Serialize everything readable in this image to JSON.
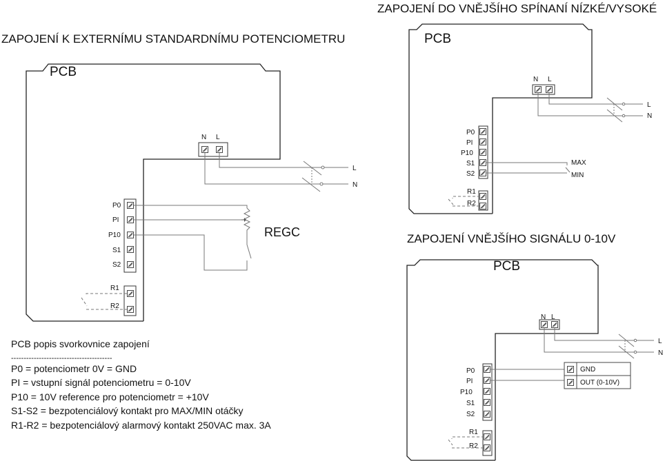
{
  "titles": {
    "left": "ZAPOJENÍ K EXTERNÍMU STANDARDNÍMU POTENCIOMETRU",
    "top_right": "ZAPOJENÍ DO VNĚJŠÍHO SPÍNANÍ NÍZKÉ/VYSOKÉ",
    "bottom_right": "ZAPOJENÍ VNĚJŠÍHO SIGNÁLU 0-10V"
  },
  "pcb_label": "PCB",
  "terminals": {
    "power": [
      "N",
      "L"
    ],
    "signal": [
      "P0",
      "PI",
      "P10",
      "S1",
      "S2"
    ],
    "alarm": [
      "R1",
      "R2"
    ]
  },
  "line_labels": {
    "l": "L",
    "n": "N"
  },
  "regc_label": "REGC",
  "switch_labels": {
    "max": "MAX",
    "min": "MIN"
  },
  "signal_box": {
    "gnd": "GND",
    "out": "OUT (0-10V)"
  },
  "legend": {
    "heading": "PCB popis svorkovnice zapojení",
    "separator": "----------------------------------------",
    "lines": [
      "P0 = potenciometr 0V = GND",
      "PI = vstupní signál potenciometru = 0-10V",
      "P10 = 10V reference pro potenciometr = +10V",
      "S1-S2 = bezpotenciálový kontakt pro MAX/MIN otáčky",
      "R1-R2 = bezpotenciálový alarmový kontakt 250VAC max. 3A"
    ]
  }
}
